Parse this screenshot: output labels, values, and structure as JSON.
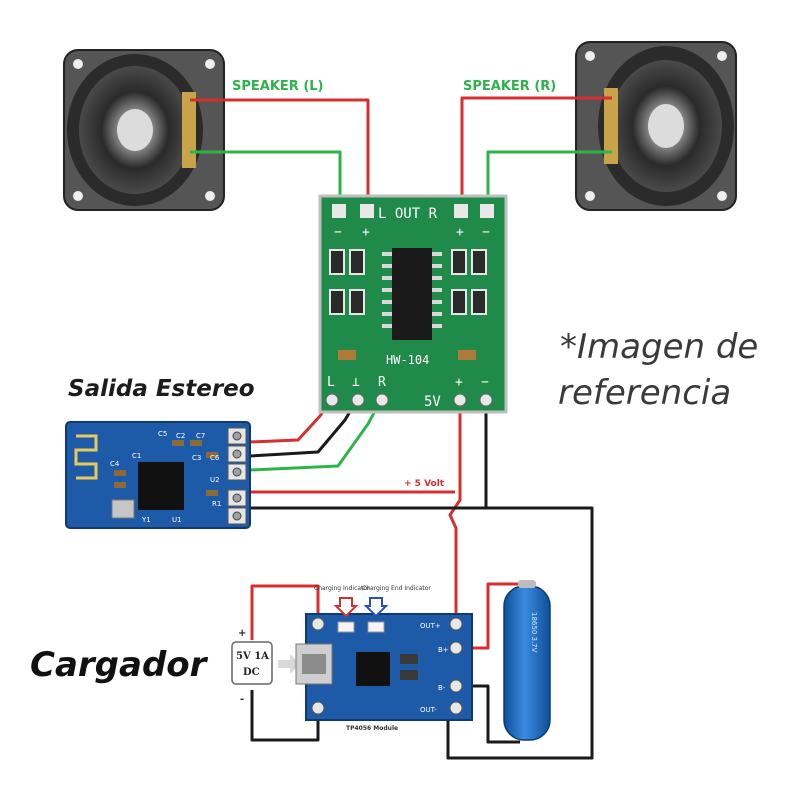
{
  "labels": {
    "speaker_left": "SPEAKER (L)",
    "speaker_right": "SPEAKER (R)",
    "salida_estereo": "Salida Estereo",
    "cargador": "Cargador",
    "plus_5_volt": "+ 5 Volt",
    "note_line1": "*Imagen de",
    "note_line2": "referencia"
  },
  "amp_board": {
    "out_label": "L OUT R",
    "model": "HW-104",
    "pin_l": "L",
    "pin_gnd": "⊥",
    "pin_r": "R",
    "power_label": "5V",
    "plus": "+",
    "minus": "−"
  },
  "bt_board": {
    "c5": "C5",
    "c2": "C2",
    "c7": "C7",
    "c1": "C1",
    "c3": "C3",
    "c6": "C6",
    "c4": "C4",
    "r1": "R1",
    "u2": "U2",
    "y1": "Y1",
    "u1": "U1"
  },
  "charger": {
    "charging_indicator": "Charging Indicator",
    "end_indicator": "Charging End Indicator",
    "out_plus": "OUT+",
    "out_minus": "OUT-",
    "b_plus": "B+",
    "b_minus": "B-",
    "module_name": "TP4056 Module",
    "dc_line1": "5V 1A",
    "dc_line2": "DC",
    "dc_plus": "+",
    "dc_minus": "-"
  },
  "battery": {
    "label": "18650 3.7V"
  },
  "colors": {
    "wire_red": "#d62f2f",
    "wire_green": "#2db34a",
    "wire_black": "#1a1a1a",
    "pcb_green": "#1f8a4a",
    "pcb_blue": "#1d5aa8",
    "battery_blue": "#1f6fc4"
  }
}
